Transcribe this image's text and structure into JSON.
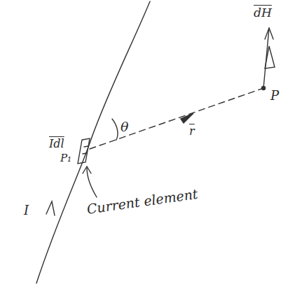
{
  "diagram": {
    "labels": [
      "dH",
      "P",
      "θ",
      "r",
      "Idl",
      "P₁",
      "I",
      "Current element"
    ]
  }
}
